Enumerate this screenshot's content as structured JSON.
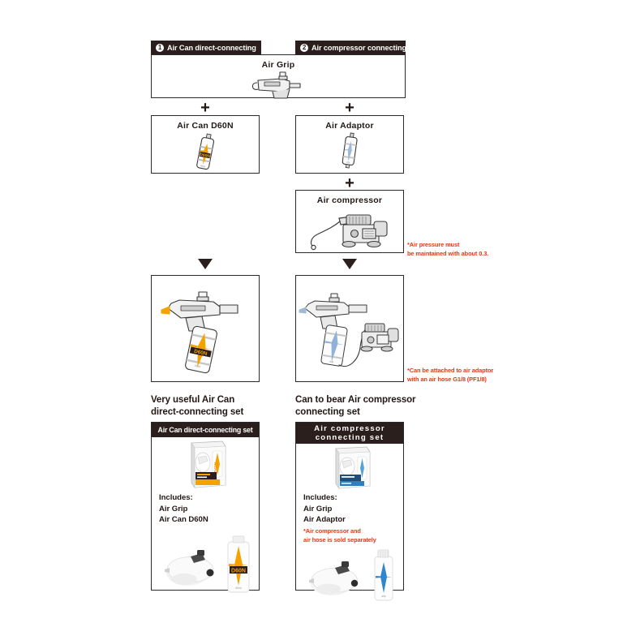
{
  "page": {
    "background": "#ffffff",
    "ink": "#231815",
    "dark": "#2a1f1c",
    "red": "#e8380d",
    "orange": "#f5a200",
    "blue": "#4a8fd0"
  },
  "tabs": [
    {
      "number": "1",
      "label": "Air Can direct-connecting"
    },
    {
      "number": "2",
      "label": "Air compressor connecting"
    }
  ],
  "parts": {
    "air_grip": {
      "title": "Air Grip",
      "icon": "air-grip-illustration"
    },
    "air_can": {
      "title": "Air Can D60N",
      "icon": "air-can-illustration",
      "can_label": "D60N"
    },
    "air_adaptor": {
      "title": "Air Adaptor",
      "icon": "air-adaptor-illustration"
    },
    "air_compressor": {
      "title": "Air compressor",
      "icon": "air-compressor-illustration"
    }
  },
  "operators": {
    "plus": "+",
    "arrow": "down-triangle"
  },
  "notes": {
    "pressure": "*Air pressure must\n  be maintained with about 0.3.",
    "hose": "*Can be attached to air adaptor\n with an air hose G1/8 (PF1/8)",
    "sold_separately": "*Air compressor and\nair hose is sold separately"
  },
  "results": {
    "left": {
      "icon": "air-grip-with-can-illustration"
    },
    "right": {
      "icon": "air-grip-with-compressor-illustration"
    }
  },
  "captions": {
    "left": "Very useful Air Can\ndirect-connecting set",
    "right": "Can to bear Air compressor\nconnecting set"
  },
  "sets": {
    "left": {
      "bar_label": "Air Can direct-connecting set",
      "package_icon": "air-can-set-package-photo",
      "includes_heading": "Includes:",
      "includes_items": "Air Grip\nAir Can D60N",
      "contents_icon": "air-grip-and-can-photo"
    },
    "right": {
      "bar_label": "Air compressor\nconnecting set",
      "package_icon": "air-compressor-set-package-photo",
      "includes_heading": "Includes:",
      "includes_items": "Air Grip\nAir Adaptor",
      "contents_icon": "air-grip-and-adaptor-photo"
    }
  }
}
